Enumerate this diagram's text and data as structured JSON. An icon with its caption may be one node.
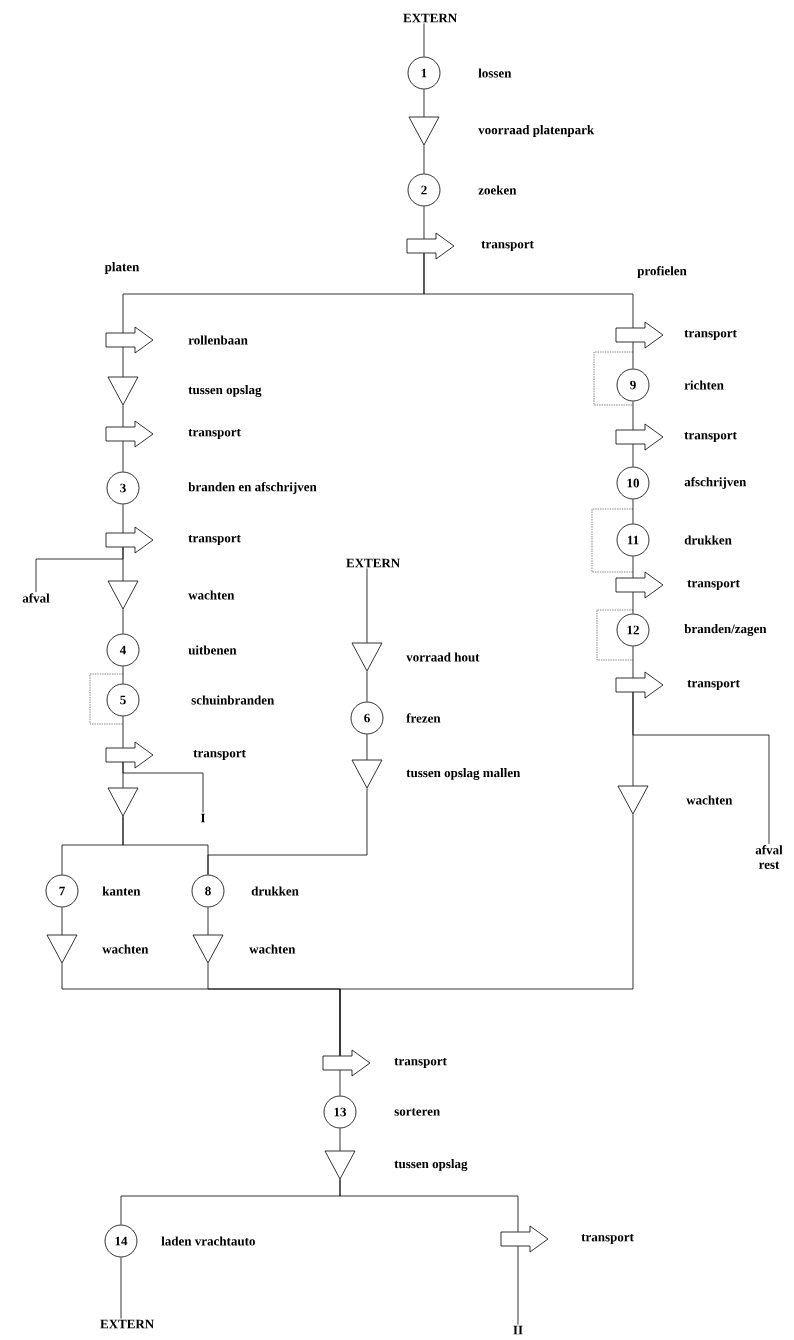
{
  "diagram": {
    "nodes": [
      {
        "text": [
          "EXTERN"
        ]
      },
      {
        "text": [
          "1"
        ],
        "beside": [
          "lossen"
        ]
      },
      {
        "text": [],
        "shape": "triangle",
        "beside": [
          "voorraad platenpark"
        ]
      },
      {
        "text": [
          "2"
        ],
        "beside": [
          "zoeken"
        ]
      },
      {
        "text": [],
        "shape": "arrow",
        "beside": [
          "transport"
        ]
      },
      {
        "text": [],
        "shape": "arrow",
        "beside": [
          "rollenbaan"
        ]
      },
      {
        "text": [],
        "shape": "triangle",
        "beside": [
          "tussen opslag"
        ]
      },
      {
        "text": [],
        "shape": "arrow",
        "beside": [
          "transport"
        ]
      },
      {
        "text": [
          "3"
        ],
        "beside": [
          "branden en afschrijven"
        ]
      },
      {
        "text": [],
        "shape": "arrow",
        "beside": [
          "transport"
        ]
      },
      {
        "text": [
          "afval"
        ]
      },
      {
        "text": [],
        "shape": "triangle",
        "beside": [
          "wachten"
        ]
      },
      {
        "text": [
          "4"
        ],
        "beside": [
          "uitbenen"
        ]
      },
      {
        "text": [
          "5"
        ],
        "beside": [
          "schuinbranden"
        ]
      },
      {
        "text": [],
        "shape": "arrow",
        "beside": [
          "transport"
        ]
      },
      {
        "text": [
          "I"
        ]
      },
      {
        "text": [],
        "shape": "triangle"
      },
      {
        "text": [
          "EXTERN"
        ]
      },
      {
        "text": [],
        "shape": "triangle",
        "beside": [
          "vorraad hout"
        ]
      },
      {
        "text": [
          "6"
        ],
        "beside": [
          "frezen"
        ]
      },
      {
        "text": [],
        "shape": "triangle",
        "beside": [
          "tussen opslag mallen"
        ]
      },
      {
        "text": [
          "7"
        ],
        "beside": [
          "kanten"
        ]
      },
      {
        "text": [
          "8"
        ],
        "beside": [
          "drukken"
        ]
      },
      {
        "text": [],
        "shape": "triangle",
        "beside": [
          "wachten"
        ]
      },
      {
        "text": [],
        "shape": "triangle",
        "beside": [
          "wachten"
        ]
      },
      {
        "text": [],
        "shape": "arrow",
        "beside": [
          "transport"
        ]
      },
      {
        "text": [
          "9"
        ],
        "beside": [
          "richten"
        ]
      },
      {
        "text": [],
        "shape": "arrow",
        "beside": [
          "transport"
        ]
      },
      {
        "text": [
          "10"
        ],
        "beside": [
          "afschrijven"
        ]
      },
      {
        "text": [
          "11"
        ],
        "beside": [
          "drukken"
        ]
      },
      {
        "text": [],
        "shape": "arrow",
        "beside": [
          "transport"
        ]
      },
      {
        "text": [
          "12"
        ],
        "beside": [
          "branden/zagen"
        ]
      },
      {
        "text": [],
        "shape": "arrow",
        "beside": [
          "transport"
        ]
      },
      {
        "text": [
          "afval rest"
        ]
      },
      {
        "text": [],
        "shape": "triangle",
        "beside": [
          "wachten"
        ]
      },
      {
        "text": [],
        "shape": "arrow",
        "beside": [
          "transport"
        ]
      },
      {
        "text": [
          "13"
        ],
        "beside": [
          "sorteren"
        ]
      },
      {
        "text": [],
        "shape": "triangle",
        "beside": [
          "tussen opslag"
        ]
      },
      {
        "text": [
          "14"
        ],
        "beside": [
          "laden vrachtauto"
        ]
      },
      {
        "text": [],
        "shape": "arrow",
        "beside": [
          "transport"
        ]
      },
      {
        "text": [
          "EXTERN"
        ]
      },
      {
        "text": [
          "II"
        ]
      }
    ],
    "edges": [
      {
        "from": 0,
        "to": 1,
        "arrow": "none"
      },
      {
        "from": 1,
        "to": 2,
        "arrow": "none"
      },
      {
        "from": 2,
        "to": 3,
        "arrow": "none"
      },
      {
        "from": 3,
        "to": 4,
        "arrow": "none"
      },
      {
        "from": 4,
        "to": 5,
        "arrow": "none"
      },
      {
        "from": 4,
        "to": 25,
        "arrow": "none"
      },
      {
        "from": 5,
        "to": 6,
        "arrow": "none"
      },
      {
        "from": 6,
        "to": 7,
        "arrow": "none"
      },
      {
        "from": 7,
        "to": 8,
        "arrow": "none"
      },
      {
        "from": 8,
        "to": 9,
        "arrow": "none"
      },
      {
        "from": 9,
        "to": 10,
        "arrow": "none"
      },
      {
        "from": 9,
        "to": 11,
        "arrow": "none"
      },
      {
        "from": 11,
        "to": 12,
        "arrow": "none"
      },
      {
        "from": 12,
        "to": 13,
        "arrow": "none"
      },
      {
        "from": 13,
        "to": 14,
        "arrow": "none"
      },
      {
        "from": 14,
        "to": 15,
        "arrow": "none"
      },
      {
        "from": 14,
        "to": 16,
        "arrow": "none"
      },
      {
        "from": 16,
        "to": 21,
        "arrow": "none"
      },
      {
        "from": 16,
        "to": 22,
        "arrow": "none"
      },
      {
        "from": 17,
        "to": 18,
        "arrow": "none"
      },
      {
        "from": 18,
        "to": 19,
        "arrow": "none"
      },
      {
        "from": 19,
        "to": 20,
        "arrow": "none"
      },
      {
        "from": 20,
        "to": 22,
        "arrow": "none"
      },
      {
        "from": 21,
        "to": 23,
        "arrow": "none"
      },
      {
        "from": 22,
        "to": 24,
        "arrow": "none"
      },
      {
        "from": 25,
        "to": 26,
        "arrow": "none"
      },
      {
        "from": 26,
        "to": 27,
        "arrow": "none"
      },
      {
        "from": 27,
        "to": 28,
        "arrow": "none"
      },
      {
        "from": 28,
        "to": 29,
        "arrow": "none"
      },
      {
        "from": 29,
        "to": 30,
        "arrow": "none"
      },
      {
        "from": 30,
        "to": 31,
        "arrow": "none"
      },
      {
        "from": 31,
        "to": 32,
        "arrow": "none"
      },
      {
        "from": 32,
        "to": 33,
        "arrow": "none"
      },
      {
        "from": 32,
        "to": 34,
        "arrow": "none"
      },
      {
        "from": 23,
        "to": 35,
        "arrow": "none"
      },
      {
        "from": 24,
        "to": 35,
        "arrow": "none"
      },
      {
        "from": 34,
        "to": 35,
        "arrow": "none"
      },
      {
        "from": 35,
        "to": 36,
        "arrow": "none"
      },
      {
        "from": 36,
        "to": 37,
        "arrow": "none"
      },
      {
        "from": 37,
        "to": 38,
        "arrow": "none"
      },
      {
        "from": 37,
        "to": 39,
        "arrow": "none"
      },
      {
        "from": 38,
        "to": 40,
        "arrow": "none"
      },
      {
        "from": 39,
        "to": 41,
        "arrow": "none"
      }
    ],
    "labels": [
      "platen",
      "profielen"
    ]
  }
}
